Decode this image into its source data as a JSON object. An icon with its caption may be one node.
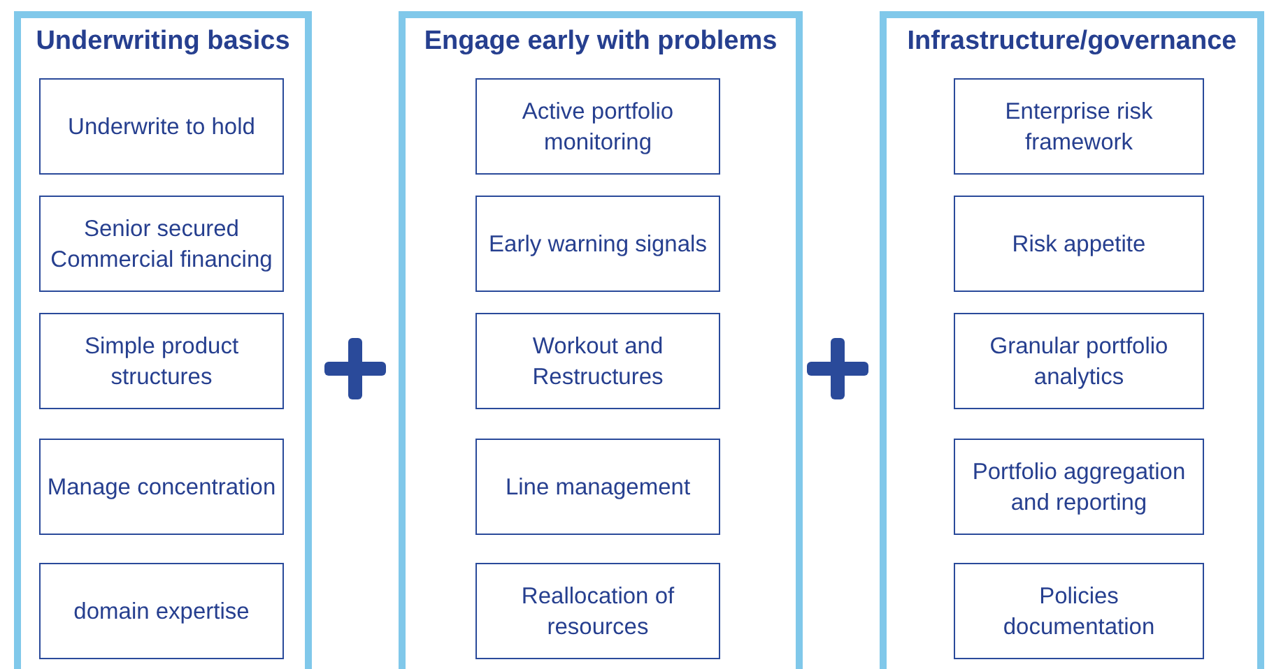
{
  "diagram": {
    "nodes": [
      {
        "text": [
          "Underwriting basics"
        ]
      },
      {
        "text": [
          "Underwrite to hold"
        ],
        "in": 0
      },
      {
        "text": [
          "Senior secured Commercial financing"
        ],
        "in": 0
      },
      {
        "text": [
          "Simple product structures"
        ],
        "in": 0
      },
      {
        "text": [
          "Manage concentration"
        ],
        "in": 0
      },
      {
        "text": [
          "domain expertise"
        ],
        "in": 0
      },
      {
        "text": [
          "Engage early with problems"
        ]
      },
      {
        "text": [
          "Active portfolio monitoring"
        ],
        "in": 6
      },
      {
        "text": [
          "Early warning signals"
        ],
        "in": 6
      },
      {
        "text": [
          "Workout and Restructures"
        ],
        "in": 6
      },
      {
        "text": [
          "Line management"
        ],
        "in": 6
      },
      {
        "text": [
          "Reallocation of resources"
        ],
        "in": 6
      },
      {
        "text": [
          "Infrastructure/governance"
        ]
      },
      {
        "text": [
          "Enterprise risk framework"
        ],
        "in": 12
      },
      {
        "text": [
          "Risk appetite"
        ],
        "in": 12
      },
      {
        "text": [
          "Granular portfolio analytics"
        ],
        "in": 12
      },
      {
        "text": [
          "Portfolio aggregation and reporting"
        ],
        "in": 12
      },
      {
        "text": [
          "Policies documentation"
        ],
        "in": 12
      }
    ]
  }
}
